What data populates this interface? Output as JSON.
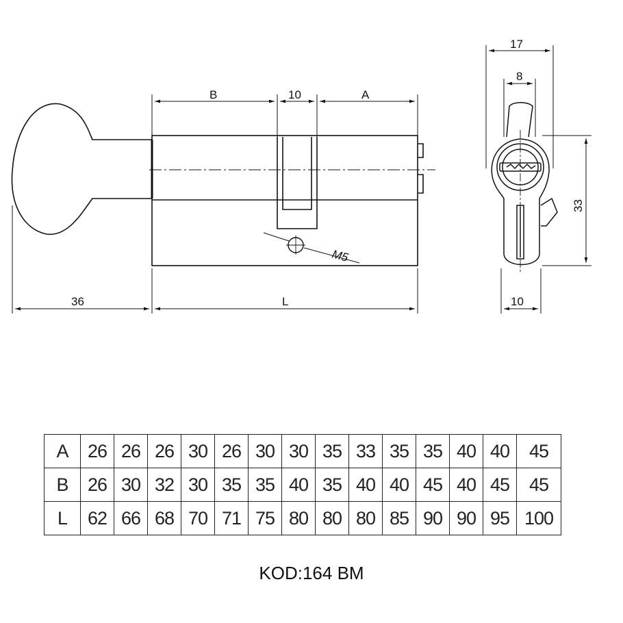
{
  "drawing": {
    "dimensions": {
      "B": "B",
      "ten_top": "10",
      "A": "A",
      "thirty_six": "36",
      "L": "L",
      "thread": "M5",
      "seventeen": "17",
      "eight": "8",
      "thirty_three": "33",
      "ten_side": "10"
    }
  },
  "table": {
    "rows": [
      {
        "label": "A",
        "values": [
          "26",
          "26",
          "26",
          "30",
          "26",
          "30",
          "30",
          "35",
          "33",
          "35",
          "35",
          "40",
          "40",
          "45"
        ]
      },
      {
        "label": "B",
        "values": [
          "26",
          "30",
          "32",
          "30",
          "35",
          "35",
          "40",
          "35",
          "40",
          "40",
          "45",
          "40",
          "45",
          "45"
        ]
      },
      {
        "label": "L",
        "values": [
          "62",
          "66",
          "68",
          "70",
          "71",
          "75",
          "80",
          "80",
          "80",
          "85",
          "90",
          "90",
          "95",
          "100"
        ]
      }
    ]
  },
  "footer": {
    "code": "KOD:164 BM"
  }
}
